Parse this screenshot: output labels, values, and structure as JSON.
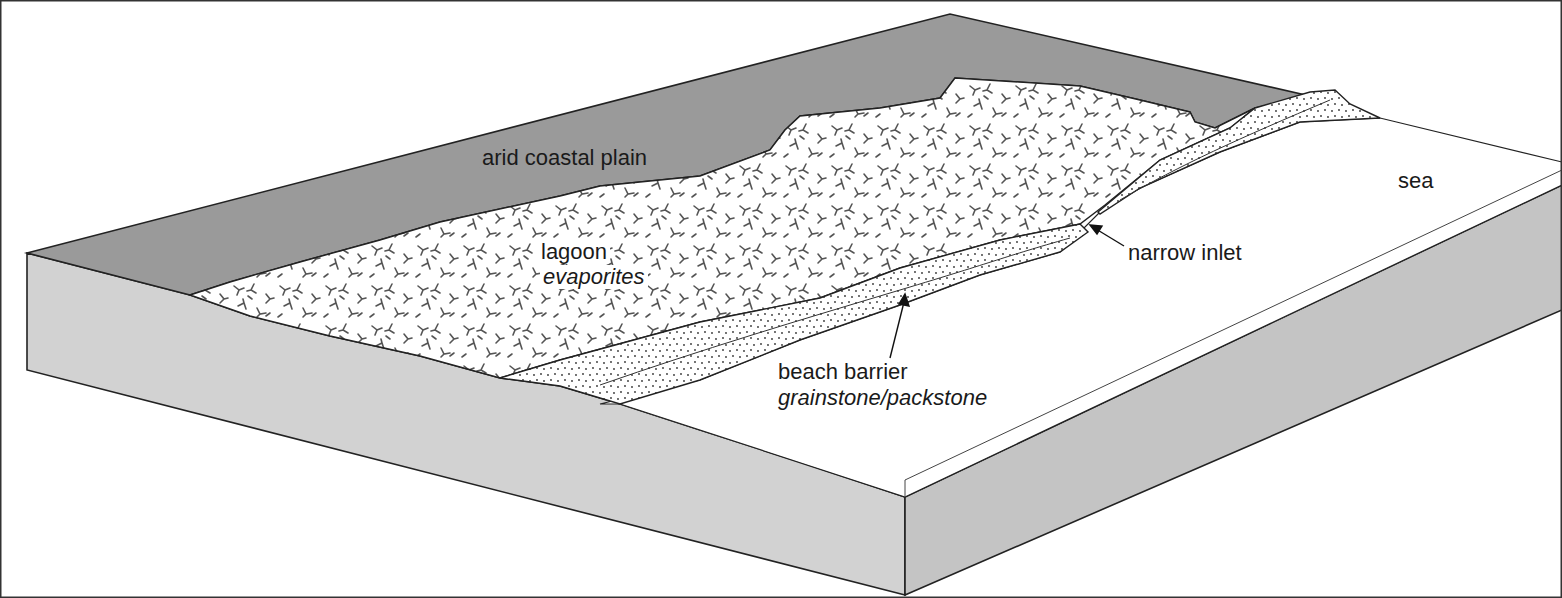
{
  "diagram": {
    "labels": [
      "arid coastal plain",
      "lagoon",
      "evaporites",
      "narrow inlet",
      "sea",
      "beach barrier",
      "grainstone/packstone"
    ]
  }
}
